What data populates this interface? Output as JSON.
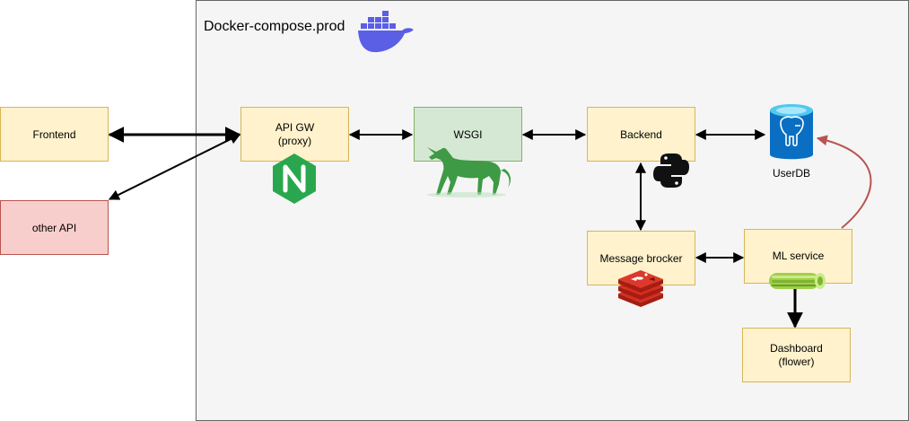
{
  "container": {
    "title": "Docker-compose.prod",
    "icon": "docker-whale-icon"
  },
  "nodes": {
    "frontend": {
      "label": "Frontend"
    },
    "other_api": {
      "label": "other API"
    },
    "api_gw": {
      "line1": "API GW",
      "line2": "(proxy)",
      "icon": "nginx-icon"
    },
    "wsgi": {
      "label": "WSGI",
      "icon": "gunicorn-unicorn-icon"
    },
    "backend": {
      "label": "Backend",
      "icon": "python-icon"
    },
    "userdb": {
      "label": "UserDB",
      "icon": "postgresql-database-icon"
    },
    "broker": {
      "label": "Message brocker",
      "icon": "redis-icon"
    },
    "ml": {
      "label": "ML service",
      "icon": "celery-icon"
    },
    "dashboard": {
      "line1": "Dashboard",
      "line2": "(flower)"
    }
  },
  "colors": {
    "yellow_fill": "#fff2cc",
    "yellow_stroke": "#d6b656",
    "green_fill": "#d5e8d4",
    "green_stroke": "#82b366",
    "red_fill": "#f8cecc",
    "red_stroke": "#b85450",
    "container_fill": "#f5f5f5",
    "container_stroke": "#666666",
    "accent_red_arrow": "#b85450"
  }
}
